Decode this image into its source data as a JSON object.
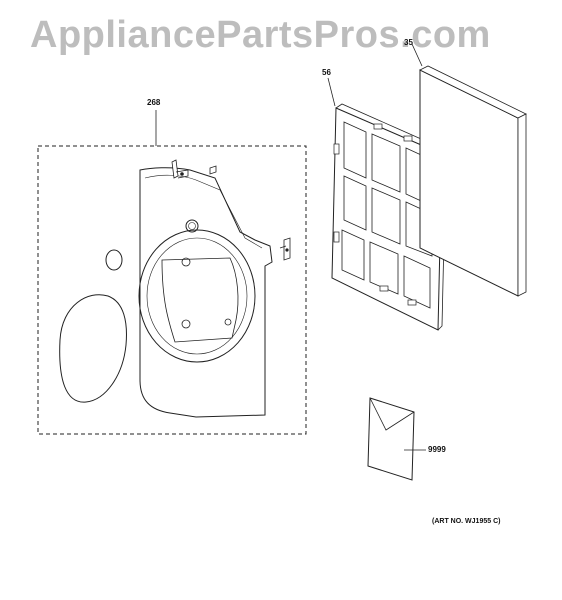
{
  "watermark": "AppliancePartsPros.com",
  "callouts": {
    "front_panel_assembly": "268",
    "filter_frame": "56",
    "filter_pad": "35",
    "literature": "9999"
  },
  "art_number": "(ART NO. WJ1955 C)",
  "colors": {
    "line": "#222222",
    "watermark": "#bdbdbd",
    "background": "#ffffff"
  }
}
